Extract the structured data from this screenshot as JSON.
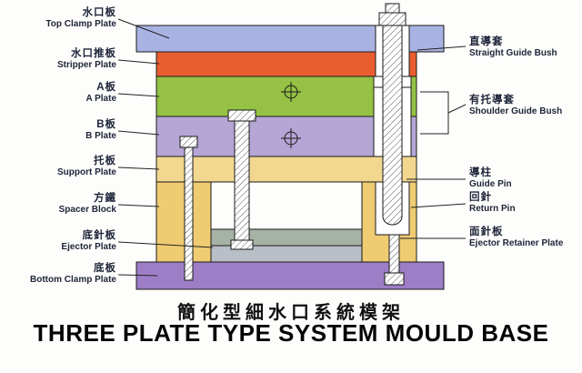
{
  "page": {
    "title_cn": "簡化型細水口系統模架",
    "title_en": "THREE PLATE TYPE SYSTEM MOULD BASE"
  },
  "left_labels": [
    {
      "cn": "水口板",
      "en": "Top Clamp Plate"
    },
    {
      "cn": "水口推板",
      "en": "Stripper Plate"
    },
    {
      "cn": "A板",
      "en": "A Plate"
    },
    {
      "cn": "B板",
      "en": "B Plate"
    },
    {
      "cn": "托板",
      "en": "Support Plate"
    },
    {
      "cn": "方鐵",
      "en": "Spacer Block"
    },
    {
      "cn": "底針板",
      "en": "Ejector Plate"
    },
    {
      "cn": "底板",
      "en": "Bottom Clamp Plate"
    }
  ],
  "right_labels": [
    {
      "cn": "直導套",
      "en": "Straight Guide Bush"
    },
    {
      "cn": "有托導套",
      "en": "Shoulder Guide Bush"
    },
    {
      "cn": "導柱",
      "en": "Guide Pin"
    },
    {
      "cn": "回針",
      "en": "Return Pin"
    },
    {
      "cn": "面針板",
      "en": "Ejector Retainer Plate"
    }
  ],
  "colors": {
    "top_clamp_plate": "#a9b3e3",
    "stripper_plate": "#e95d31",
    "a_plate": "#95c244",
    "b_plate": "#b5a6d6",
    "support_plate": "#f2d88f",
    "spacer_block": "#efcb72",
    "ejector_retainer_plate": "#a7b2a6",
    "ejector_plate": "#b9bfc7",
    "bottom_clamp_plate": "#9d7ec6"
  }
}
